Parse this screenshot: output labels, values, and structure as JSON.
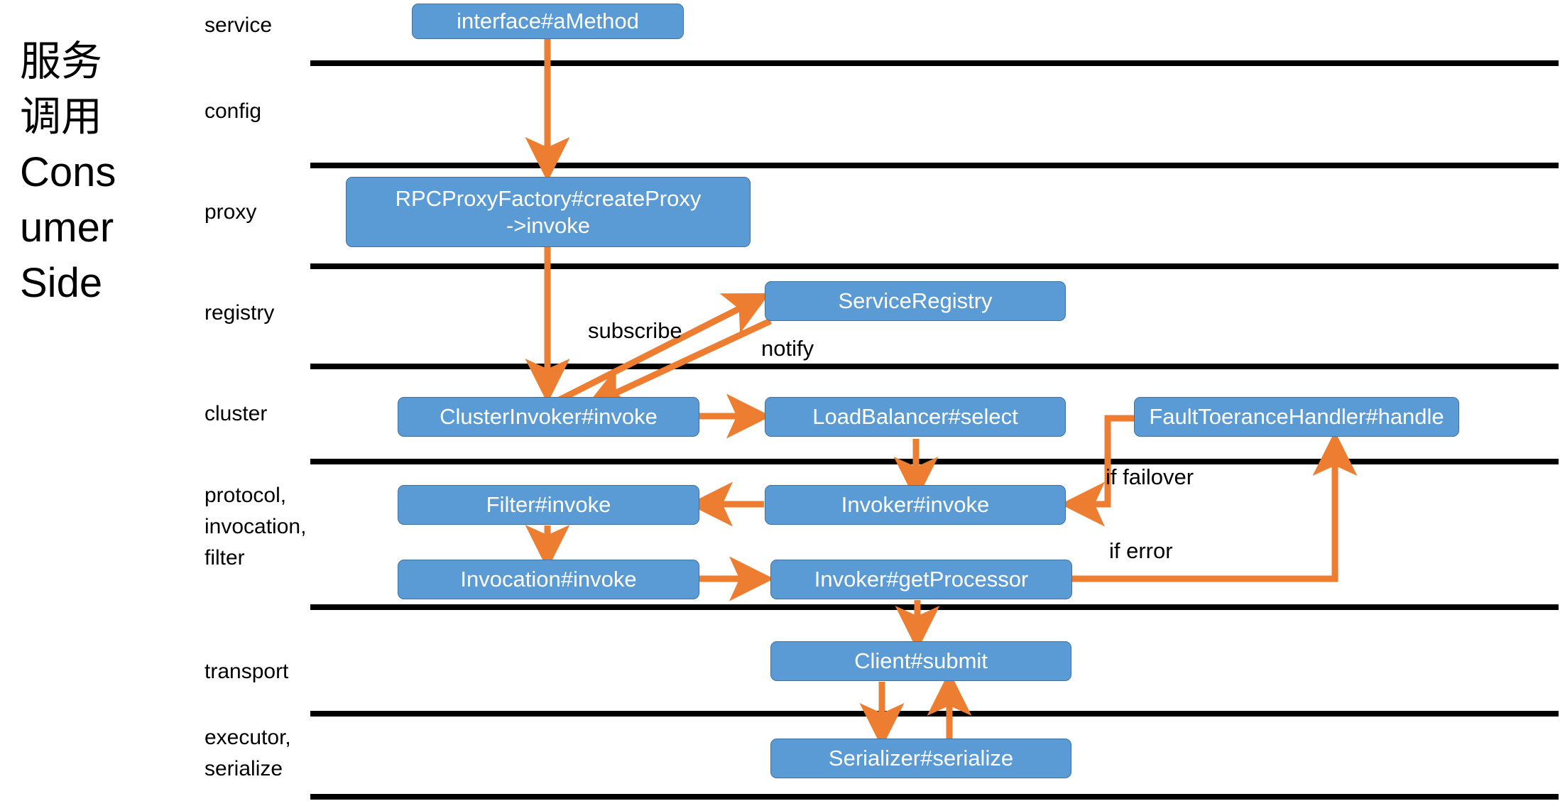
{
  "diagram": {
    "title": "服务\n调用\nCons\numer\nSide",
    "colors": {
      "node_fill": "#5B9BD5",
      "node_stroke": "#41719C",
      "node_text": "#FFFFFF",
      "arrow": "#ED7D31",
      "divider": "#000000",
      "background": "#FFFFFF"
    },
    "layers": [
      {
        "id": "service",
        "label": "service"
      },
      {
        "id": "config",
        "label": "config"
      },
      {
        "id": "proxy",
        "label": "proxy"
      },
      {
        "id": "registry",
        "label": "registry"
      },
      {
        "id": "cluster",
        "label": " cluster"
      },
      {
        "id": "protocol",
        "label": "protocol,\ninvocation,\nfilter"
      },
      {
        "id": "transport",
        "label": "transport"
      },
      {
        "id": "executor",
        "label": "executor,\nserialize"
      }
    ],
    "nodes": [
      {
        "id": "interface",
        "label": "interface#aMethod",
        "layer": "service"
      },
      {
        "id": "rpcproxy",
        "label": "RPCProxyFactory#createProxy\n->invoke",
        "layer": "proxy"
      },
      {
        "id": "registrysvc",
        "label": "ServiceRegistry",
        "layer": "registry"
      },
      {
        "id": "clusterinv",
        "label": "ClusterInvoker#invoke",
        "layer": "cluster"
      },
      {
        "id": "loadbalancer",
        "label": "LoadBalancer#select",
        "layer": "cluster"
      },
      {
        "id": "faulthandler",
        "label": "FaultToeranceHandler#handle",
        "layer": "cluster"
      },
      {
        "id": "filter",
        "label": "Filter#invoke",
        "layer": "protocol"
      },
      {
        "id": "invoker",
        "label": "Invoker#invoke",
        "layer": "protocol"
      },
      {
        "id": "invocation",
        "label": "Invocation#invoke",
        "layer": "protocol"
      },
      {
        "id": "getprocessor",
        "label": "Invoker#getProcessor",
        "layer": "protocol"
      },
      {
        "id": "client",
        "label": "Client#submit",
        "layer": "transport"
      },
      {
        "id": "serializer",
        "label": "Serializer#serialize",
        "layer": "executor"
      }
    ],
    "edges": [
      {
        "from": "interface",
        "to": "rpcproxy",
        "label": ""
      },
      {
        "from": "rpcproxy",
        "to": "clusterinv",
        "label": ""
      },
      {
        "from": "clusterinv",
        "to": "registrysvc",
        "label": "subscribe"
      },
      {
        "from": "registrysvc",
        "to": "clusterinv",
        "label": "notify"
      },
      {
        "from": "clusterinv",
        "to": "loadbalancer",
        "label": ""
      },
      {
        "from": "loadbalancer",
        "to": "invoker",
        "label": ""
      },
      {
        "from": "faulthandler",
        "to": "invoker",
        "label": "if failover"
      },
      {
        "from": "invoker",
        "to": "filter",
        "label": ""
      },
      {
        "from": "filter",
        "to": "invocation",
        "label": ""
      },
      {
        "from": "invocation",
        "to": "getprocessor",
        "label": ""
      },
      {
        "from": "getprocessor",
        "to": "faulthandler",
        "label": "if error"
      },
      {
        "from": "getprocessor",
        "to": "client",
        "label": ""
      },
      {
        "from": "client",
        "to": "serializer",
        "label": ""
      },
      {
        "from": "serializer",
        "to": "client",
        "label": ""
      }
    ],
    "edge_labels": {
      "subscribe": "subscribe",
      "notify": "notify",
      "if_failover": "if failover",
      "if_error": "if error"
    }
  }
}
